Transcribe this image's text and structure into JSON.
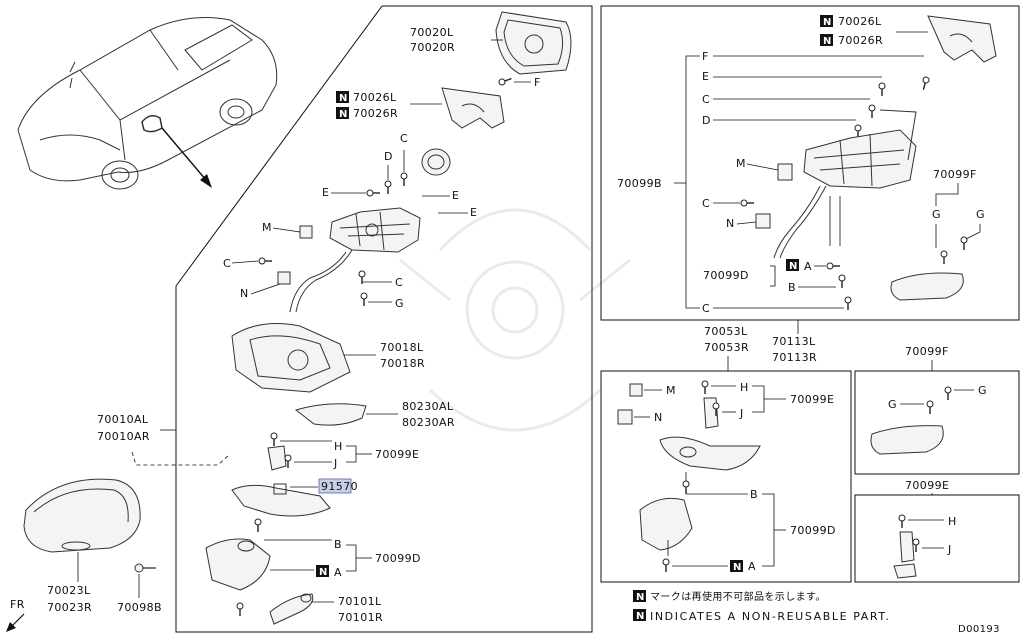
{
  "labels": {
    "p70020": [
      "70020L",
      "70020R"
    ],
    "p70026_main": [
      "70026L",
      "70026R"
    ],
    "p70026_right": [
      "70026L",
      "70026R"
    ],
    "p70018": [
      "70018L",
      "70018R"
    ],
    "p80230": [
      "80230AL",
      "80230AR"
    ],
    "p70010": [
      "70010AL",
      "70010AR"
    ],
    "p70023": [
      "70023L",
      "70023R"
    ],
    "p70098": "70098B",
    "p70101": [
      "70101L",
      "70101R"
    ],
    "p70099E": "70099E",
    "p70099D": "70099D",
    "p70099B": "70099B",
    "p70099F": "70099F",
    "p70053": [
      "70053L",
      "70053R"
    ],
    "p70113": [
      "70113L",
      "70113R"
    ],
    "highlight": "91570",
    "letters": {
      "A": "A",
      "B": "B",
      "C": "C",
      "D": "D",
      "E": "E",
      "F": "F",
      "G": "G",
      "H": "H",
      "J": "J",
      "M": "M",
      "N": "N"
    },
    "n_mark": "N"
  },
  "legend": {
    "line1": "マークは再使用不可部品を示します。",
    "line2": "INDICATES A NON-REUSABLE PART."
  },
  "fr_label": "FR",
  "figure_id": "D00193"
}
